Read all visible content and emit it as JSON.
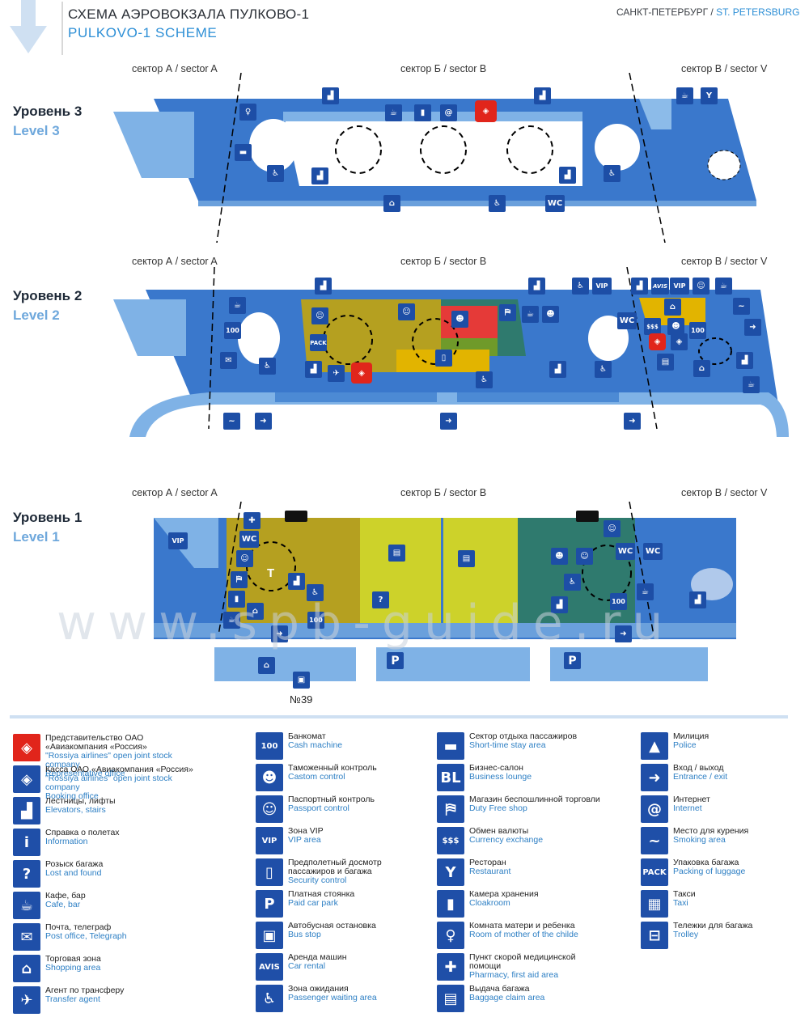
{
  "header": {
    "title_ru": "СХЕМА АЭРОВОКЗАЛА ПУЛКОВО-1",
    "title_en": "PULKOVO-1 SCHEME",
    "city_ru": "САНКТ-ПЕТЕРБУРГ /",
    "city_en": "ST. PETERSBURG"
  },
  "levels": [
    {
      "ru": "Уровень 3",
      "en": "Level 3"
    },
    {
      "ru": "Уровень 2",
      "en": "Level 2"
    },
    {
      "ru": "Уровень 1",
      "en": "Level 1"
    }
  ],
  "sectors": [
    "сектор А / sector A",
    "сектор Б / sector B",
    "сектор В / sector V"
  ],
  "map_labels": {
    "wc": "WC",
    "vip": "VIP",
    "bus_no": "№39",
    "parking": "P",
    "taxi": "T",
    "avis": "AVIS",
    "pack": "PACK",
    "hundred": "100"
  },
  "watermark": "www.spb-guide.ru",
  "legend": [
    {
      "icon": "rossiya-office-icon",
      "glyph": "◈",
      "red": true,
      "ru": "Представительство ОАО «Авиакомпания «Россия»",
      "en": "\"Rossiya airlines\" open joint stock company",
      "en2": "Representative office"
    },
    {
      "icon": "rossiya-booking-icon",
      "glyph": "◈",
      "red": false,
      "ru": "Касса ОАО «Авиакомпания «Россия»",
      "en": "\"Rossiya airlines\" open joint stock company",
      "en2": "Booking office"
    },
    {
      "icon": "stairs-elevator-icon",
      "glyph": "▟",
      "red": false,
      "ru": "Лестницы, лифты",
      "en": "Elevators, stairs",
      "en2": ""
    },
    {
      "icon": "info-icon",
      "glyph": "i",
      "red": false,
      "ru": "Справка о полетах",
      "en": "Information",
      "en2": ""
    },
    {
      "icon": "lost-found-icon",
      "glyph": "?",
      "red": false,
      "ru": "Розыск багажа",
      "en": "Lost and found",
      "en2": ""
    },
    {
      "icon": "cafe-icon",
      "glyph": "☕",
      "red": false,
      "ru": "Кафе, бар",
      "en": "Cafe, bar",
      "en2": ""
    },
    {
      "icon": "mail-icon",
      "glyph": "✉",
      "red": false,
      "ru": "Почта, телеграф",
      "en": "Post office, Telegraph",
      "en2": ""
    },
    {
      "icon": "shopping-icon",
      "glyph": "⌂",
      "red": false,
      "ru": "Торговая зона",
      "en": "Shopping area",
      "en2": ""
    },
    {
      "icon": "transfer-icon",
      "glyph": "✈",
      "red": false,
      "ru": "Агент по трансферу",
      "en": "Transfer agent",
      "en2": ""
    },
    {
      "icon": "atm-icon",
      "glyph": "100",
      "red": false,
      "ru": "Банкомат",
      "en": "Cash machine",
      "en2": ""
    },
    {
      "icon": "customs-icon",
      "glyph": "☻",
      "red": false,
      "ru": "Таможенный контроль",
      "en": "Castom control",
      "en2": ""
    },
    {
      "icon": "passport-icon",
      "glyph": "☺",
      "red": false,
      "ru": "Паспортный контроль",
      "en": "Passport control",
      "en2": ""
    },
    {
      "icon": "vip-icon",
      "glyph": "VIP",
      "red": false,
      "ru": "Зона VIP",
      "en": "VIP area",
      "en2": ""
    },
    {
      "icon": "security-icon",
      "glyph": "▯",
      "red": false,
      "ru": "Предполетный досмотр",
      "ru2": "пассажиров и багажа",
      "en": "Security control",
      "en2": ""
    },
    {
      "icon": "parking-icon",
      "glyph": "P",
      "red": false,
      "ru": "Платная стоянка",
      "en": "Paid car park",
      "en2": ""
    },
    {
      "icon": "bus-icon",
      "glyph": "▣",
      "red": false,
      "ru": "Автобусная остановка",
      "en": "Bus stop",
      "en2": ""
    },
    {
      "icon": "avis-icon",
      "glyph": "AVIS",
      "red": false,
      "ru": "Аренда машин",
      "en": "Car rental",
      "en2": ""
    },
    {
      "icon": "waiting-icon",
      "glyph": "♿",
      "red": false,
      "ru": "Зона ожидания",
      "en": "Passenger waiting area",
      "en2": ""
    },
    {
      "icon": "rest-area-icon",
      "glyph": "▬",
      "red": false,
      "ru": "Сектор отдыха пассажиров",
      "en": "Short-time stay area",
      "en2": ""
    },
    {
      "icon": "business-lounge-icon",
      "glyph": "BL",
      "red": false,
      "ru": "Бизнес-салон",
      "en": "Business lounge",
      "en2": ""
    },
    {
      "icon": "duty-free-icon",
      "glyph": "⛿",
      "red": false,
      "ru": "Магазин беспошлинной торговли",
      "en": "Duty Free shop",
      "en2": ""
    },
    {
      "icon": "currency-icon",
      "glyph": "$$$",
      "red": false,
      "ru": "Обмен валюты",
      "en": "Currency exchange",
      "en2": ""
    },
    {
      "icon": "restaurant-icon",
      "glyph": "Y",
      "red": false,
      "ru": "Ресторан",
      "en": "Restaurant",
      "en2": ""
    },
    {
      "icon": "cloakroom-icon",
      "glyph": "▮",
      "red": false,
      "ru": "Камера хранения",
      "en": "Cloakroom",
      "en2": ""
    },
    {
      "icon": "mother-child-icon",
      "glyph": "♀",
      "red": false,
      "ru": "Комната матери и ребенка",
      "en": "Room of mother of the childe",
      "en2": ""
    },
    {
      "icon": "first-aid-icon",
      "glyph": "✚",
      "red": false,
      "ru": "Пункт скорой медицинской",
      "ru2": "помощи",
      "en": "Pharmacy, first aid area",
      "en2": ""
    },
    {
      "icon": "baggage-claim-icon",
      "glyph": "▤",
      "red": false,
      "ru": "Выдача багажа",
      "en": "Baggage claim area",
      "en2": ""
    },
    {
      "icon": "police-icon",
      "glyph": "▲",
      "red": false,
      "ru": "Милиция",
      "en": "Police",
      "en2": ""
    },
    {
      "icon": "entrance-exit-icon",
      "glyph": "➜",
      "red": false,
      "ru": "Вход / выход",
      "en": "Entrance / exit",
      "en2": ""
    },
    {
      "icon": "internet-icon",
      "glyph": "@",
      "red": false,
      "ru": "Интернет",
      "en": "Internet",
      "en2": ""
    },
    {
      "icon": "smoking-icon",
      "glyph": "~",
      "red": false,
      "ru": "Место для курения",
      "en": "Smoking area",
      "en2": ""
    },
    {
      "icon": "packing-icon",
      "glyph": "PACK",
      "red": false,
      "ru": "Упаковка багажа",
      "en": "Packing of luggage",
      "en2": ""
    },
    {
      "icon": "taxi-icon",
      "glyph": "▦",
      "red": false,
      "ru": "Такси",
      "en": "Taxi",
      "en2": ""
    },
    {
      "icon": "trolley-icon",
      "glyph": "⊟",
      "red": false,
      "ru": "Тележки для багажа",
      "en": "Trolley",
      "en2": ""
    }
  ]
}
